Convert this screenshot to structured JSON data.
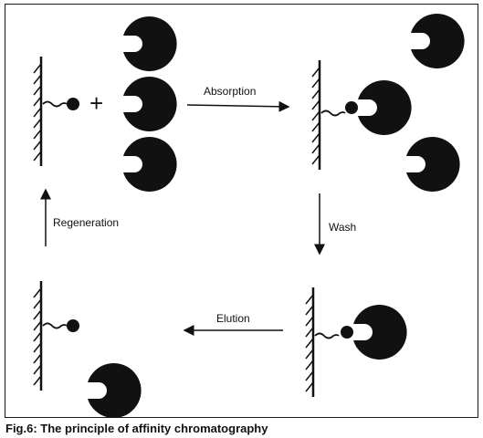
{
  "labels": {
    "absorption": "Absorption",
    "wash": "Wash",
    "elution": "Elution",
    "regeneration": "Regeneration"
  },
  "symbols": {
    "plus": "+"
  },
  "caption": "Fig.6: The principle of affinity chromatography",
  "colors": {
    "ink": "#111111",
    "background": "#ffffff"
  }
}
